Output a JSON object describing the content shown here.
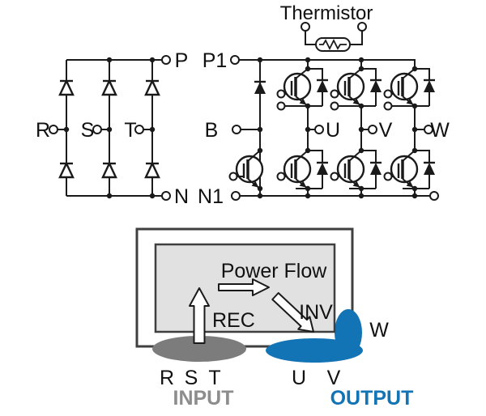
{
  "schematic": {
    "thermistor": {
      "label": "Thermistor"
    },
    "rectifier": {
      "input_terminals": {
        "r": "R",
        "s": "S",
        "t": "T"
      },
      "dc_terminals": {
        "p": "P",
        "n": "N"
      }
    },
    "inverter": {
      "dc_terminals": {
        "p1": "P1",
        "n1": "N1",
        "b": "B"
      },
      "output_terminals": {
        "u": "U",
        "v": "V",
        "w": "W"
      }
    }
  },
  "power_flow": {
    "title": "Power Flow",
    "rec": "REC",
    "inv": "INV",
    "input_phases": {
      "r": "R",
      "s": "S",
      "t": "T"
    },
    "output_phases": {
      "u": "U",
      "v": "V",
      "w": "W"
    },
    "input_label": "INPUT",
    "output_label": "OUTPUT",
    "colors": {
      "input_gray": "#7c7c7c",
      "input_text_gray": "#8d8d8d",
      "output_blue": "#1273b5",
      "panel_fill": "#e1e1e1",
      "box_border": "#3f3f3f",
      "line_black": "#1a1a1a"
    }
  }
}
